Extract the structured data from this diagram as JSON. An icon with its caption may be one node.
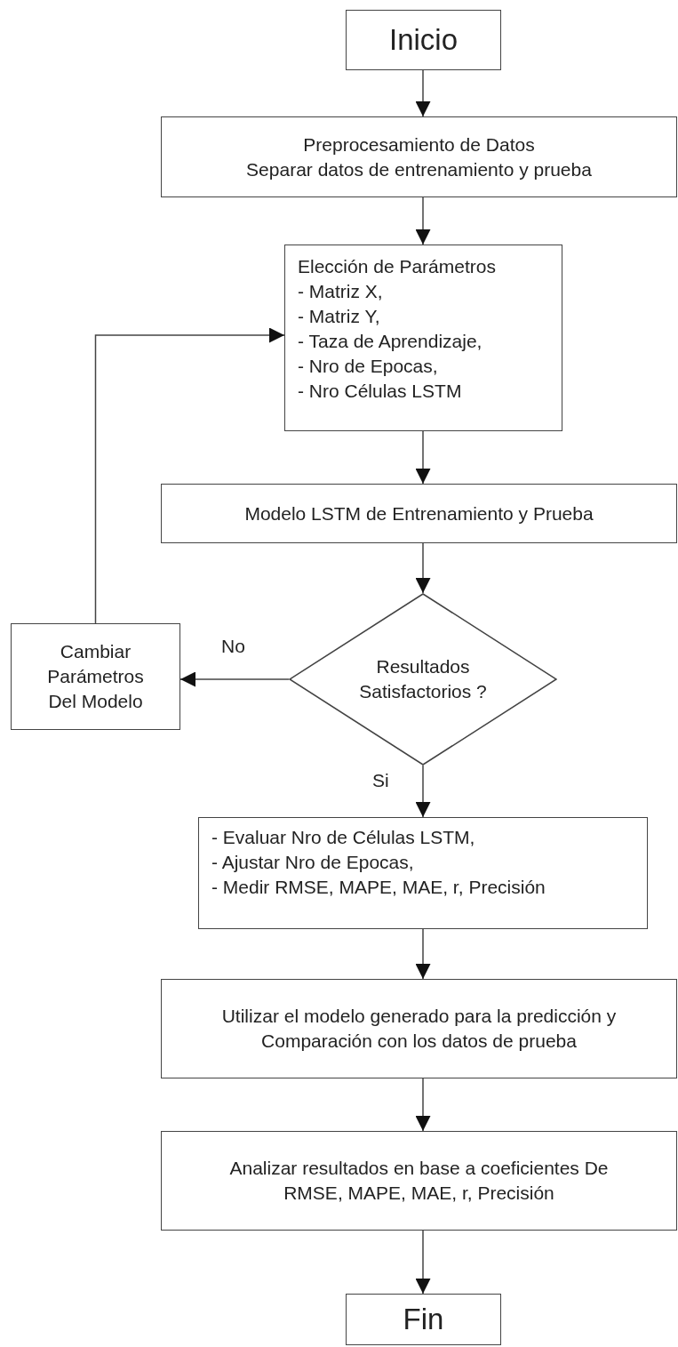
{
  "diagram": {
    "nodes": [
      {
        "text": [
          "Inicio"
        ]
      },
      {
        "text": [
          "Preprocesamiento de Datos",
          "Separar datos de entrenamiento y prueba"
        ]
      },
      {
        "text": [
          "Elección de Parámetros",
          "- Matriz X,",
          "- Matriz Y,",
          "- Taza de Aprendizaje,",
          "- Nro de Epocas,",
          "- Nro Células LSTM"
        ]
      },
      {
        "text": [
          "Modelo LSTM de Entrenamiento y Prueba"
        ]
      },
      {
        "text": [
          "Resultados Satisfactorios ?"
        ]
      },
      {
        "text": [
          "Cambiar Parámetros Del Modelo"
        ]
      },
      {
        "text": [
          "- Evaluar Nro de Células LSTM,",
          "- Ajustar Nro de Epocas,",
          "- Medir RMSE, MAPE, MAE, r, Precisión"
        ]
      },
      {
        "text": [
          "Utilizar el modelo generado para la predicción y Comparación con los datos de prueba"
        ]
      },
      {
        "text": [
          "Analizar resultados en base a coeficientes De RMSE, MAPE, MAE, r, Precisión"
        ]
      },
      {
        "text": [
          "Fin"
        ]
      }
    ],
    "edges": [
      {
        "from": 0,
        "to": 1,
        "arrow": "to"
      },
      {
        "from": 1,
        "to": 2,
        "arrow": "to"
      },
      {
        "from": 2,
        "to": 3,
        "arrow": "to"
      },
      {
        "from": 3,
        "to": 4,
        "arrow": "to"
      },
      {
        "from": 4,
        "to": 5,
        "arrow": "to",
        "label": "No"
      },
      {
        "from": 5,
        "to": 2,
        "arrow": "to"
      },
      {
        "from": 4,
        "to": 6,
        "arrow": "to",
        "label": "Si"
      },
      {
        "from": 6,
        "to": 7,
        "arrow": "to"
      },
      {
        "from": 7,
        "to": 8,
        "arrow": "to"
      },
      {
        "from": 8,
        "to": 9,
        "arrow": "to"
      }
    ]
  }
}
